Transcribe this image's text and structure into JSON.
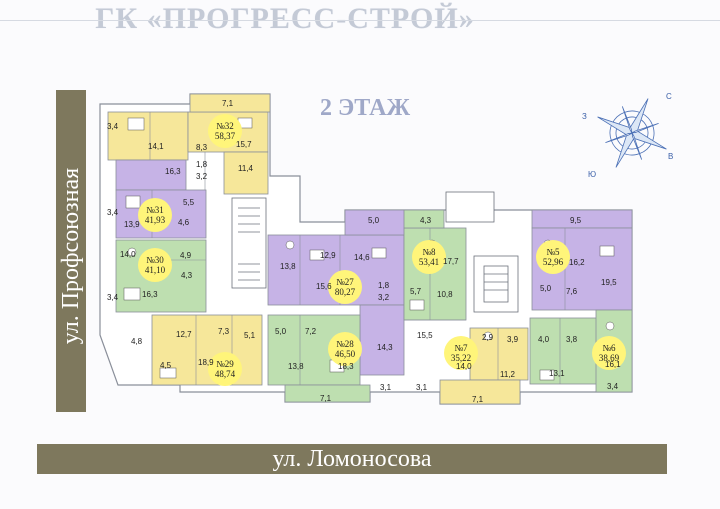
{
  "header": {
    "title": "ГК «ПРОГРЕСС-СТРОЙ»"
  },
  "floor_label": "2 ЭТАЖ",
  "streets": {
    "vertical": "ул. Профсоюзная",
    "horizontal": "ул. Ломоносова"
  },
  "compass": {
    "letters": [
      "С",
      "В",
      "Ю",
      "З"
    ]
  },
  "colors": {
    "yellow": "#f6e79a",
    "purple": "#c6b3e6",
    "green": "#bedfb0",
    "corridor": "#ffffff",
    "label": "#fff57a",
    "street": "#7e785d"
  },
  "apartments": [
    {
      "num": "№32",
      "area": "58,37"
    },
    {
      "num": "№31",
      "area": "41,93"
    },
    {
      "num": "№30",
      "area": "41,10"
    },
    {
      "num": "№29",
      "area": "48,74"
    },
    {
      "num": "№28",
      "area": "46,50"
    },
    {
      "num": "№27",
      "area": "80,27"
    },
    {
      "num": "№8",
      "area": "53,41"
    },
    {
      "num": "№7",
      "area": "35,22"
    },
    {
      "num": "№5",
      "area": "52,96"
    },
    {
      "num": "№6",
      "area": "38,69"
    }
  ],
  "room_areas": [
    "7,1",
    "3,4",
    "14,1",
    "8,3",
    "15,7",
    "1,8",
    "3,2",
    "11,4",
    "16,3",
    "5,5",
    "3,4",
    "13,9",
    "4,6",
    "14,0",
    "4,9",
    "4,3",
    "16,3",
    "3,4",
    "12,7",
    "7,3",
    "5,1",
    "4,8",
    "18,9",
    "4,5",
    "5,0",
    "7,2",
    "13,8",
    "18,3",
    "7,1",
    "13,8",
    "12,9",
    "14,6",
    "15,6",
    "1,8",
    "3,2",
    "14,3",
    "3,1",
    "5,0",
    "4,3",
    "17,7",
    "10,8",
    "5,7",
    "15,5",
    "3,1",
    "2,9",
    "3,9",
    "14,0",
    "11,2",
    "7,1",
    "9,5",
    "16,2",
    "5,0",
    "7,6",
    "19,5",
    "4,0",
    "3,8",
    "13,1",
    "16,1",
    "3,4"
  ]
}
